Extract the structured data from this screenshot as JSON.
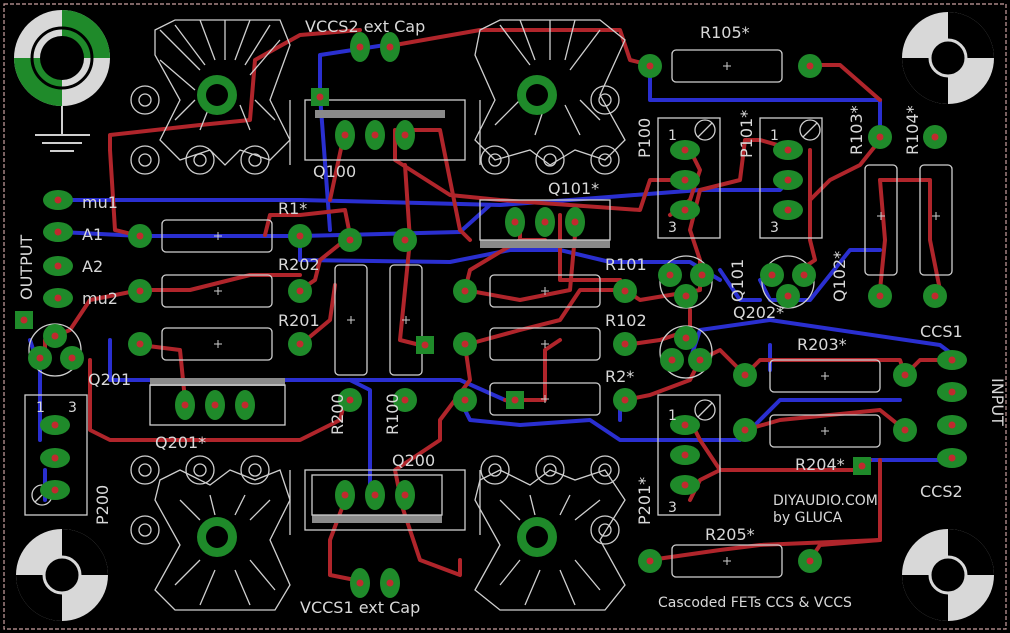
{
  "labels": {
    "vccs2": "VCCS2 ext Cap",
    "vccs1": "VCCS1 ext Cap",
    "r105": "R105*",
    "r205": "R205*",
    "q100": "Q100",
    "q101s": "Q101*",
    "q200": "Q200",
    "q201": "Q201",
    "q201s": "Q201*",
    "r1": "R1*",
    "r2": "R2*",
    "r202": "R202",
    "r201": "R201",
    "r200": "R200",
    "r100": "R100",
    "r101": "R101",
    "r102": "R102",
    "r103": "R103*",
    "r104": "R104*",
    "r203": "R203*",
    "r204": "R204*",
    "p100": "P100",
    "p101": "P101*",
    "p200": "P200",
    "p201": "P201*",
    "q101": "Q101",
    "q102": "Q102*",
    "q202": "Q202*",
    "mu1": "mu1",
    "a1": "A1",
    "a2": "A2",
    "mu2": "mu2",
    "output": "OUTPUT",
    "input": "INPUT",
    "ccs1": "CCS1",
    "ccs2": "CCS2",
    "credit1": "DIYAUDIO.COM",
    "credit2": "by GLUCA",
    "title": "Cascoded FETs CCS & VCCS",
    "pin1": "1",
    "pin3": "3"
  }
}
